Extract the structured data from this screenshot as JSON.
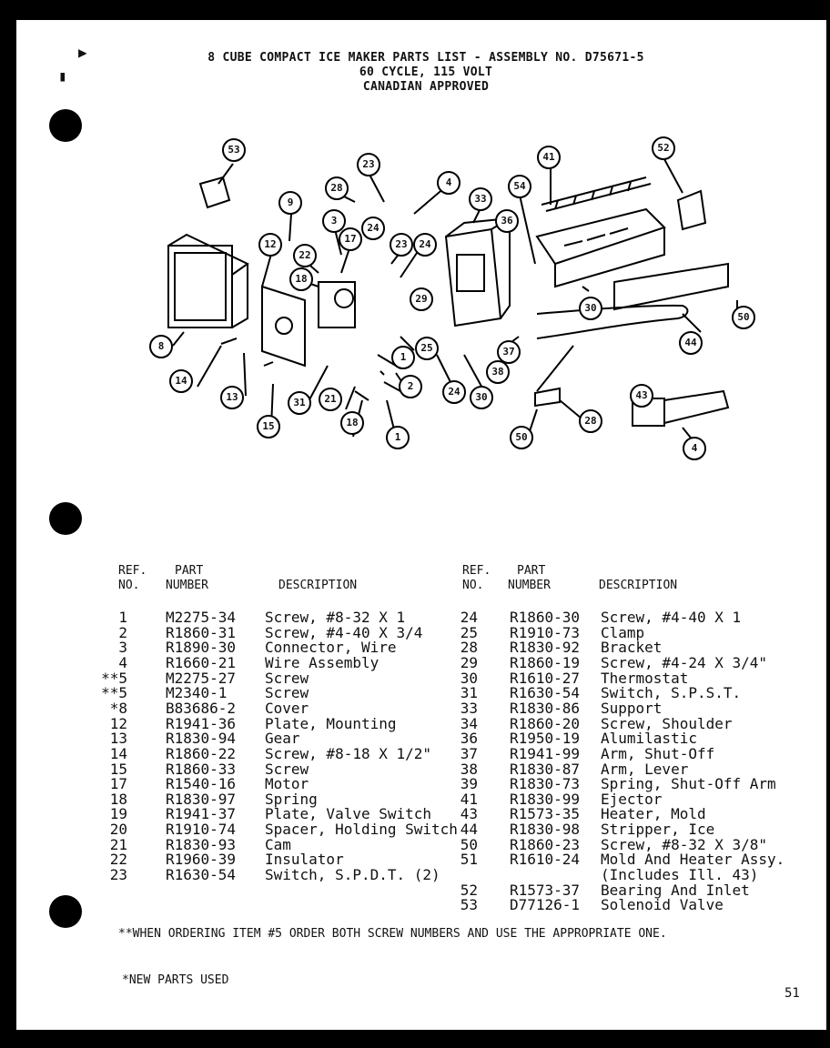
{
  "header": {
    "title_line1": "8 CUBE COMPACT ICE MAKER PARTS LIST - ASSEMBLY NO. D75671-5",
    "title_line2": "60 CYCLE, 115 VOLT",
    "title_line3": "CANADIAN APPROVED"
  },
  "diagram": {
    "callouts": [
      "53",
      "23",
      "4",
      "33",
      "54",
      "41",
      "52",
      "9",
      "28",
      "3",
      "24",
      "36",
      "12",
      "22",
      "17",
      "23",
      "24",
      "18",
      "8",
      "29",
      "30",
      "37",
      "25",
      "1",
      "38",
      "44",
      "50",
      "14",
      "13",
      "2",
      "24",
      "30",
      "31",
      "21",
      "18",
      "1",
      "43",
      "15",
      "28",
      "50",
      "4"
    ]
  },
  "table": {
    "headers": {
      "ref1": "REF.",
      "ref2": "NO.",
      "part1": "PART",
      "part2": "NUMBER",
      "desc": "DESCRIPTION"
    },
    "left": [
      {
        "ref": "1",
        "part": "M2275-34",
        "desc": "Screw, #8-32 X 1"
      },
      {
        "ref": "2",
        "part": "R1860-31",
        "desc": "Screw, #4-40 X 3/4"
      },
      {
        "ref": "3",
        "part": "R1890-30",
        "desc": "Connector, Wire"
      },
      {
        "ref": "4",
        "part": "R1660-21",
        "desc": "Wire Assembly"
      },
      {
        "ref": "**5",
        "part": "M2275-27",
        "desc": "Screw"
      },
      {
        "ref": "**5",
        "part": "M2340-1",
        "desc": "Screw"
      },
      {
        "ref": "*8",
        "part": "B83686-2",
        "desc": "Cover"
      },
      {
        "ref": "12",
        "part": "R1941-36",
        "desc": "Plate, Mounting"
      },
      {
        "ref": "13",
        "part": "R1830-94",
        "desc": "Gear"
      },
      {
        "ref": "14",
        "part": "R1860-22",
        "desc": "Screw, #8-18 X 1/2\""
      },
      {
        "ref": "15",
        "part": "R1860-33",
        "desc": "Screw"
      },
      {
        "ref": "17",
        "part": "R1540-16",
        "desc": "Motor"
      },
      {
        "ref": "18",
        "part": "R1830-97",
        "desc": "Spring"
      },
      {
        "ref": "19",
        "part": "R1941-37",
        "desc": "Plate, Valve Switch"
      },
      {
        "ref": "20",
        "part": "R1910-74",
        "desc": "Spacer, Holding Switch"
      },
      {
        "ref": "21",
        "part": "R1830-93",
        "desc": "Cam"
      },
      {
        "ref": "22",
        "part": "R1960-39",
        "desc": "Insulator"
      },
      {
        "ref": "23",
        "part": "R1630-54",
        "desc": "Switch, S.P.D.T. (2)"
      }
    ],
    "right": [
      {
        "ref": "24",
        "part": "R1860-30",
        "desc": "Screw, #4-40 X 1"
      },
      {
        "ref": "25",
        "part": "R1910-73",
        "desc": "Clamp"
      },
      {
        "ref": "28",
        "part": "R1830-92",
        "desc": "Bracket"
      },
      {
        "ref": "29",
        "part": "R1860-19",
        "desc": "Screw, #4-24 X 3/4\""
      },
      {
        "ref": "30",
        "part": "R1610-27",
        "desc": "Thermostat"
      },
      {
        "ref": "31",
        "part": "R1630-54",
        "desc": "Switch, S.P.S.T."
      },
      {
        "ref": "33",
        "part": "R1830-86",
        "desc": "Support"
      },
      {
        "ref": "34",
        "part": "R1860-20",
        "desc": "Screw, Shoulder"
      },
      {
        "ref": "36",
        "part": "R1950-19",
        "desc": "Alumilastic"
      },
      {
        "ref": "37",
        "part": "R1941-99",
        "desc": "Arm, Shut-Off"
      },
      {
        "ref": "38",
        "part": "R1830-87",
        "desc": "Arm, Lever"
      },
      {
        "ref": "39",
        "part": "R1830-73",
        "desc": "Spring, Shut-Off Arm"
      },
      {
        "ref": "41",
        "part": "R1830-99",
        "desc": "Ejector"
      },
      {
        "ref": "43",
        "part": "R1573-35",
        "desc": "Heater, Mold"
      },
      {
        "ref": "44",
        "part": "R1830-98",
        "desc": "Stripper, Ice"
      },
      {
        "ref": "50",
        "part": "R1860-23",
        "desc": "Screw, #8-32 X 3/8\""
      },
      {
        "ref": "51",
        "part": "R1610-24",
        "desc": "Mold And Heater Assy."
      },
      {
        "ref": "",
        "part": "",
        "desc": "(Includes Ill. 43)"
      },
      {
        "ref": "52",
        "part": "R1573-37",
        "desc": "Bearing And Inlet"
      },
      {
        "ref": "53",
        "part": "D77126-1",
        "desc": "Solenoid Valve"
      }
    ]
  },
  "notes": {
    "note1": "**WHEN ORDERING ITEM #5 ORDER BOTH SCREW NUMBERS AND USE THE APPROPRIATE ONE.",
    "note2": "*NEW PARTS USED"
  },
  "page_number": "51"
}
